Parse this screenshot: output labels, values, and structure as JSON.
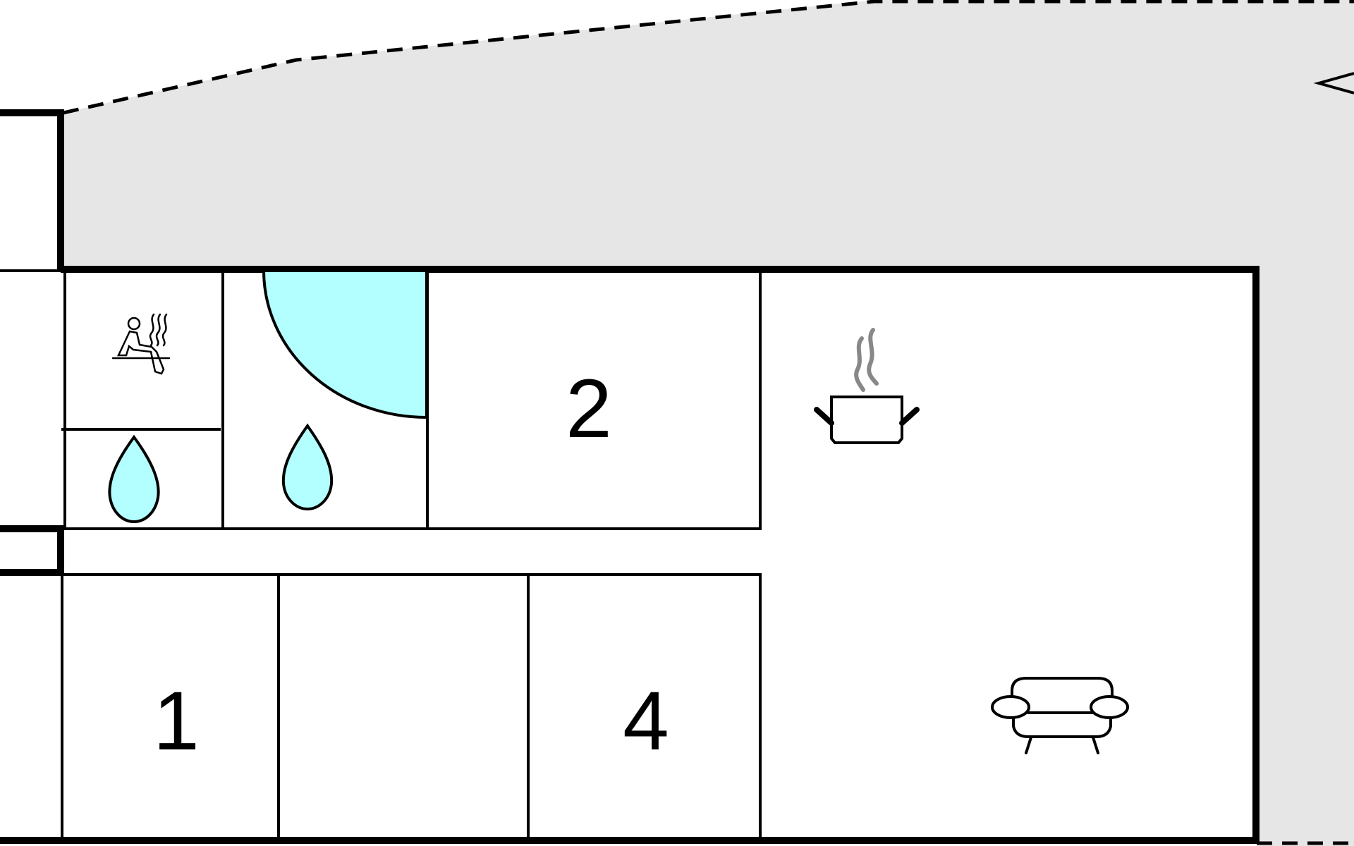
{
  "floorplan": {
    "rooms": [
      {
        "id": "sauna",
        "kind": "sauna",
        "icon": "sauna-icon"
      },
      {
        "id": "shower-small",
        "kind": "wet-room",
        "icon": "water-drop-icon"
      },
      {
        "id": "bathroom",
        "kind": "bathroom-with-corner-bath",
        "icon": "water-drop-icon"
      },
      {
        "id": "bedroom-2",
        "kind": "bedroom",
        "label": "2"
      },
      {
        "id": "kitchen-living",
        "kind": "kitchen-living",
        "icons": [
          "cooking-pot-icon",
          "sofa-icon"
        ]
      },
      {
        "id": "bedroom-1",
        "kind": "bedroom",
        "label": "1"
      },
      {
        "id": "unlabeled-room",
        "kind": "room"
      },
      {
        "id": "bedroom-4",
        "kind": "bedroom",
        "label": "4"
      }
    ],
    "labels": {
      "room_1": "1",
      "room_2": "2",
      "room_4": "4"
    },
    "colors": {
      "terrace": "#e6e6e6",
      "water": "#b3ffff",
      "walls": "#000000",
      "steam": "#888888"
    }
  }
}
